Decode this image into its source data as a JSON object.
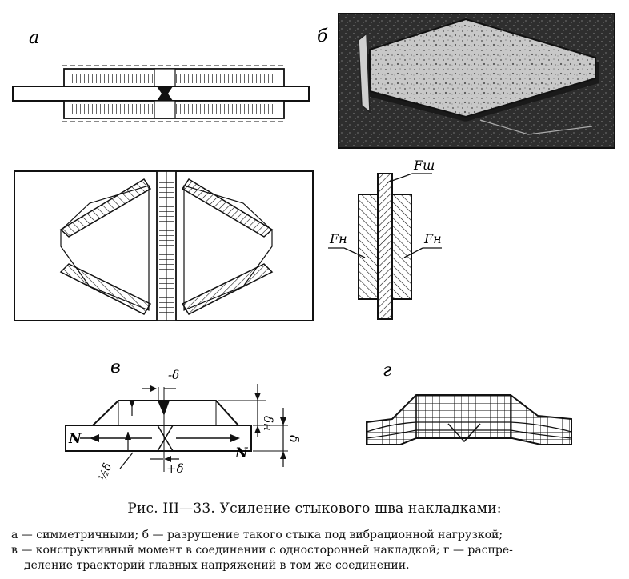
{
  "labels": {
    "a": "а",
    "b": "б",
    "v": "в",
    "g": "г",
    "f_sh": "Fш",
    "f_n_left": "Fн",
    "f_n_right": "Fн",
    "minus_delta": "-δ",
    "plus_delta": "+δ",
    "delta_n": "δн",
    "delta": "δ",
    "half_delta": "½δ",
    "n_left": "N",
    "n_right": "N"
  },
  "caption": {
    "title": "Рис. III—33. Усиление стыкового шва накладками:",
    "line1": "а — симметричными; б — разрушение такого стыка под вибрационной нагрузкой;",
    "line2": "в — конструктивный момент в соединении с односторонней накладкой; г — распре-",
    "line3": "деление траекторий главных напряжений в том же соединении."
  },
  "colors": {
    "ink": "#111111",
    "photo_bg": "#2a2a2a",
    "photo_plate": "#bdbdbd"
  }
}
